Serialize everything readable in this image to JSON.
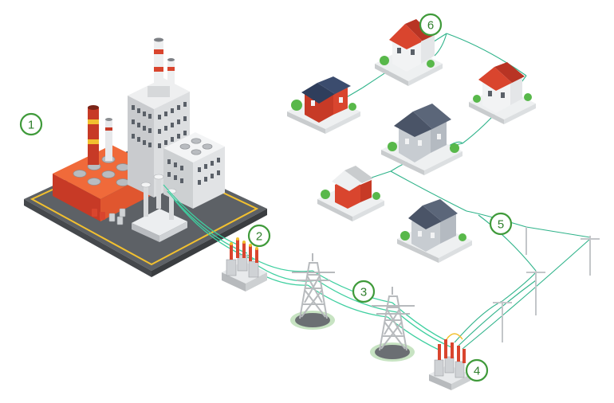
{
  "labels": [
    {
      "id": "power-plant",
      "text": "1"
    },
    {
      "id": "step-up-transformer",
      "text": "2"
    },
    {
      "id": "transmission-towers",
      "text": "3"
    },
    {
      "id": "step-down-transformer",
      "text": "4"
    },
    {
      "id": "distribution-lines",
      "text": "5"
    },
    {
      "id": "houses",
      "text": "6"
    }
  ],
  "colors": {
    "accent_green": "#3f9a3a",
    "wire": "#3fcfa0",
    "factory_red": "#d9452e",
    "factory_gray": "#d8dadd",
    "ground": "#6b6f73",
    "curb_yellow": "#f2c02f"
  }
}
